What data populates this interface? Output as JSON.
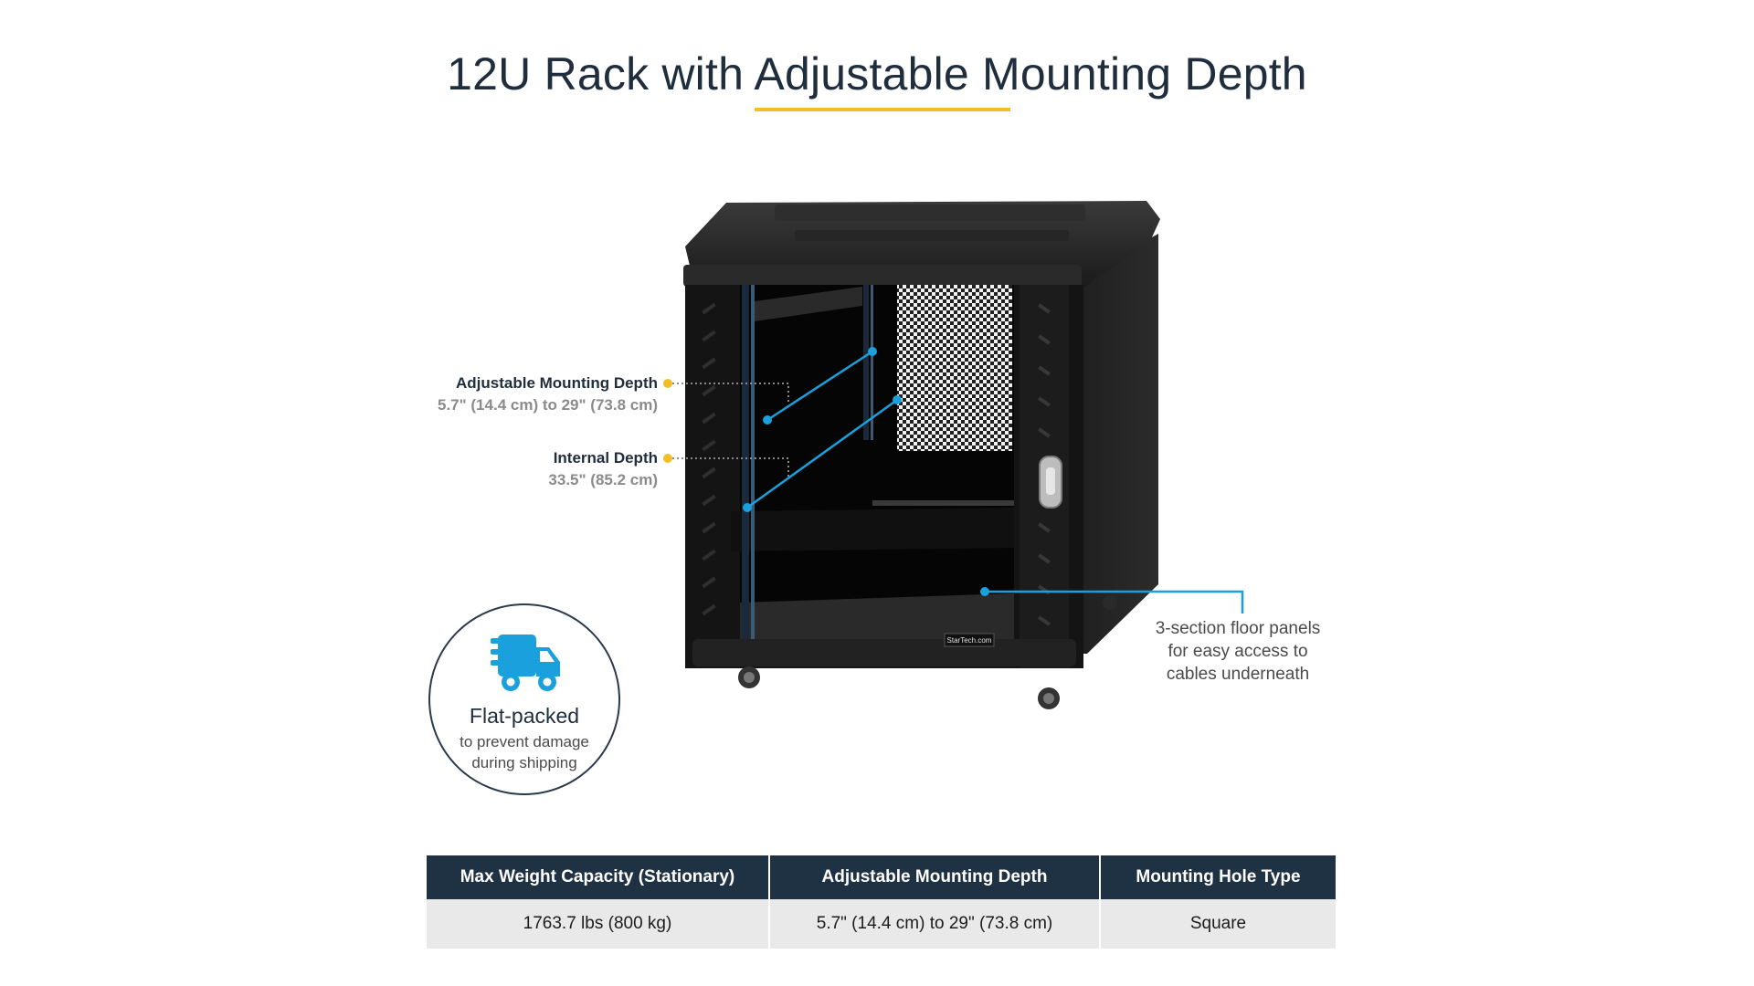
{
  "title": "12U Rack with Adjustable Mounting Depth",
  "colors": {
    "accent_yellow": "#f2bd26",
    "accent_blue": "#1aa0dc",
    "header_navy": "#1f3244"
  },
  "callouts": [
    {
      "name": "Adjustable Mounting Depth",
      "value": "5.7\" (14.4 cm) to 29\" (73.8 cm)"
    },
    {
      "name": "Internal Depth",
      "value": "33.5\" (85.2 cm)"
    }
  ],
  "floor_note": {
    "line1": "3-section floor panels",
    "line2": "for easy access to",
    "line3": "cables underneath"
  },
  "brand_label": "StarTech.com",
  "badge": {
    "icon": "delivery-truck-icon",
    "title": "Flat-packed",
    "line1": "to prevent damage",
    "line2": "during shipping"
  },
  "spec_table": {
    "headers": [
      "Max Weight Capacity (Stationary)",
      "Adjustable Mounting  Depth",
      "Mounting Hole Type"
    ],
    "rows": [
      [
        "1763.7 lbs (800 kg)",
        "5.7\" (14.4 cm) to 29\" (73.8 cm)",
        "Square"
      ]
    ]
  }
}
